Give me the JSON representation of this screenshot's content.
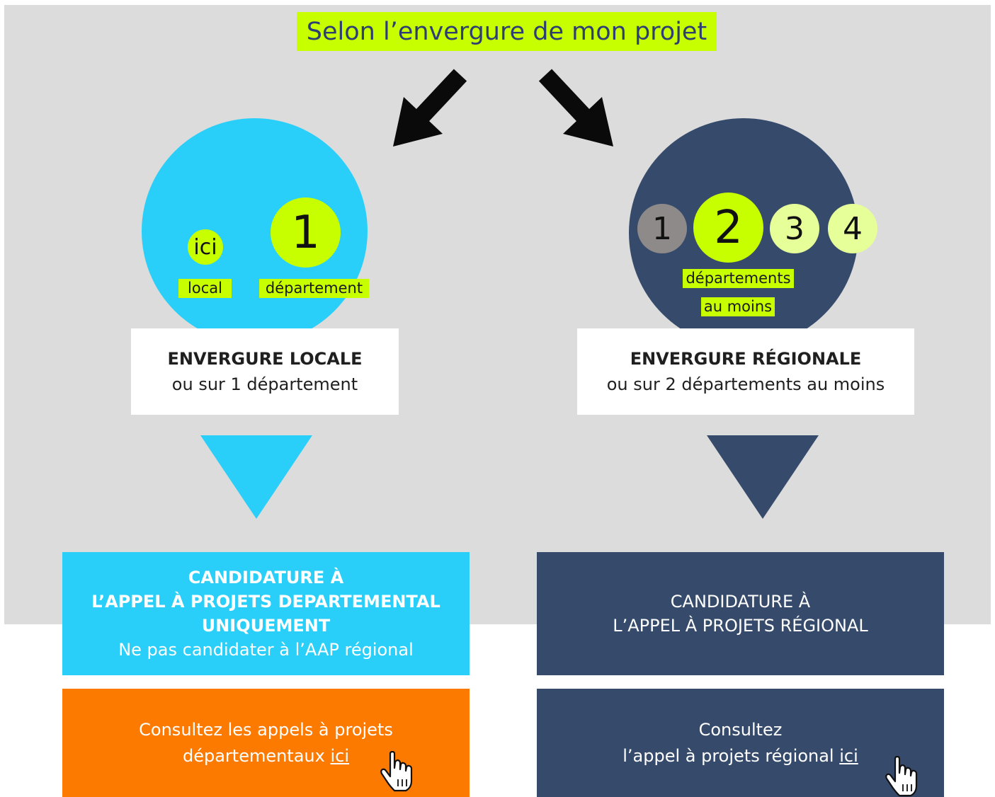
{
  "title": "Selon l’envergure de mon projet",
  "colors": {
    "background_panel": "#dcdcdc",
    "highlight": "#c8ff00",
    "cyan": "#29cff8",
    "navy": "#364b6b",
    "orange": "#fd7a00",
    "title_text": "#2d3e73"
  },
  "left": {
    "circle_small_label": "ici",
    "circle_big_label": "1",
    "label_local": "local",
    "label_departement": "département",
    "box_title": "ENVERGURE LOCALE",
    "box_subtitle": "ou sur 1 département",
    "candidature_line1": "CANDIDATURE À",
    "candidature_line2": "L’APPEL À PROJETS DEPARTEMENTAL",
    "candidature_line3": "UNIQUEMENT",
    "candidature_line4": "Ne pas candidater à l’AAP régional",
    "consult_line1": "Consultez les appels à projets",
    "consult_line2": "départementaux",
    "consult_link": "ici"
  },
  "right": {
    "num1": "1",
    "num2": "2",
    "num3": "3",
    "num4": "4",
    "label_line1": "départements",
    "label_line2": "au moins",
    "box_title": "ENVERGURE RÉGIONALE",
    "box_subtitle": "ou sur 2 départements au moins",
    "candidature_line1": "CANDIDATURE À",
    "candidature_line2": "L’APPEL À PROJETS RÉGIONAL",
    "consult_line1": "Consultez",
    "consult_line2": "l’appel à projets régional",
    "consult_link": "ici"
  },
  "icons": [
    "arrow-down-left-icon",
    "arrow-down-right-icon",
    "hand-pointer-icon"
  ]
}
